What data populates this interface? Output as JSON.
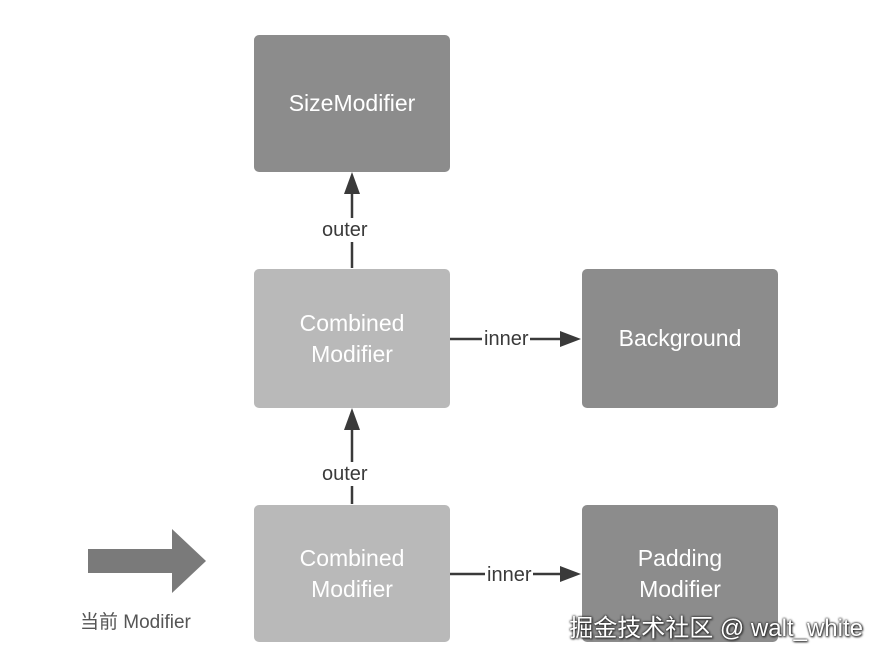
{
  "nodes": {
    "size_modifier": {
      "lines": [
        "SizeModifier"
      ]
    },
    "combined_top": {
      "lines": [
        "Combined",
        "Modifier"
      ]
    },
    "background": {
      "lines": [
        "Background"
      ]
    },
    "combined_bottom": {
      "lines": [
        "Combined",
        "Modifier"
      ]
    },
    "padding_modifier": {
      "lines": [
        "Padding",
        "Modifier"
      ]
    }
  },
  "edges": {
    "outer_top": "outer",
    "inner_top": "inner",
    "outer_bottom": "outer",
    "inner_bottom": "inner"
  },
  "current_pointer": {
    "label": "当前 Modifier"
  },
  "watermark": "掘金技术社区 @ walt_white",
  "colors": {
    "dark_box": "#8c8c8c",
    "light_box": "#b9b9b9",
    "arrow": "#3a3a3a",
    "pointer_arrow": "#7a7a7a"
  }
}
